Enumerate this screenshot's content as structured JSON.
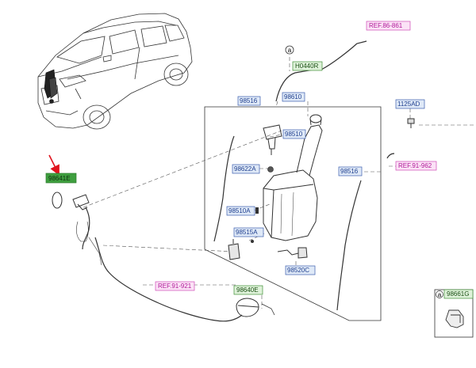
{
  "colors": {
    "part_label_fill": "#dfe9f7",
    "part_label_border": "#3b5fae",
    "part_label_text": "#1f3f8f",
    "ref_label_fill": "#fbe2f6",
    "ref_label_border": "#d04cb8",
    "ref_label_text": "#b01898",
    "new_label_fill": "#dff2da",
    "new_label_border": "#3f8f37",
    "highlight_fill": "#3f9f3f",
    "highlight_text": "#ffffff",
    "arrow": "#e0141e",
    "line": "#333333"
  },
  "labels": {
    "ref_86_861": "REF.86-861",
    "h0440r": "H0440R",
    "p98516_top": "98516",
    "p98610": "98610",
    "p1125ad": "1125AD",
    "p98510": "98510",
    "ref_91_962": "REF.91-962",
    "p98622a": "98622A",
    "p98516_right": "98516",
    "p98641e": "98641E",
    "p98510a": "98510A",
    "p98515a": "98515A",
    "p98520c": "98520C",
    "ref_91_921": "REF.91-921",
    "p98640e": "98640E",
    "p98661g": "98661G",
    "circle_a": "a",
    "circle_a_legend": "a"
  }
}
